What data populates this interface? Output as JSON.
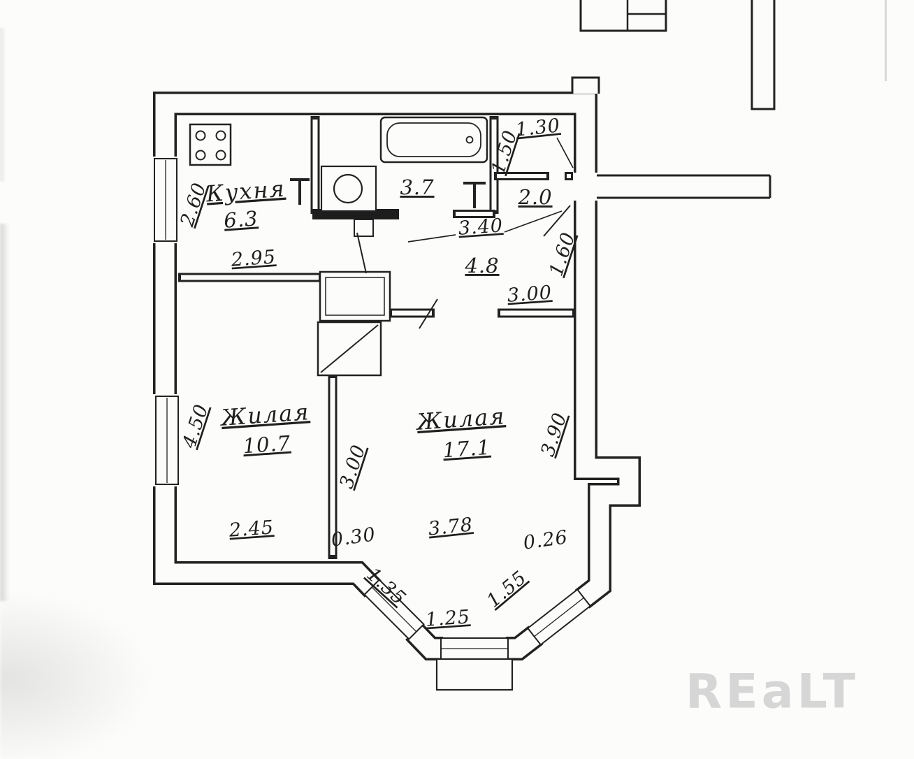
{
  "plan": {
    "rooms": {
      "kitchen": {
        "label": "Кухня",
        "area": "6.3"
      },
      "bathroom": {
        "area": "3.7"
      },
      "storage": {
        "area": "2.0"
      },
      "hallway": {
        "area": "4.8"
      },
      "living_small": {
        "label": "Жилая",
        "area": "10.7"
      },
      "living_large": {
        "label": "Жилая",
        "area": "17.1"
      }
    },
    "dimensions": {
      "d130": "1.30",
      "d150": "1.50",
      "d260": "2.60",
      "d295": "2.95",
      "d340": "3.40",
      "d160": "1.60",
      "d300_top": "3.00",
      "d450": "4.50",
      "d300_mid": "3.00",
      "d390": "3.90",
      "d245": "2.45",
      "d030": "0.30",
      "d378": "3.78",
      "d026": "0.26",
      "d135": "1.35",
      "d125": "1.25",
      "d155": "1.55"
    }
  },
  "watermark": "REaLT",
  "colors": {
    "ink": "#222222",
    "paper": "#fcfcfa",
    "watermark_gray": "#d6d6d6"
  }
}
